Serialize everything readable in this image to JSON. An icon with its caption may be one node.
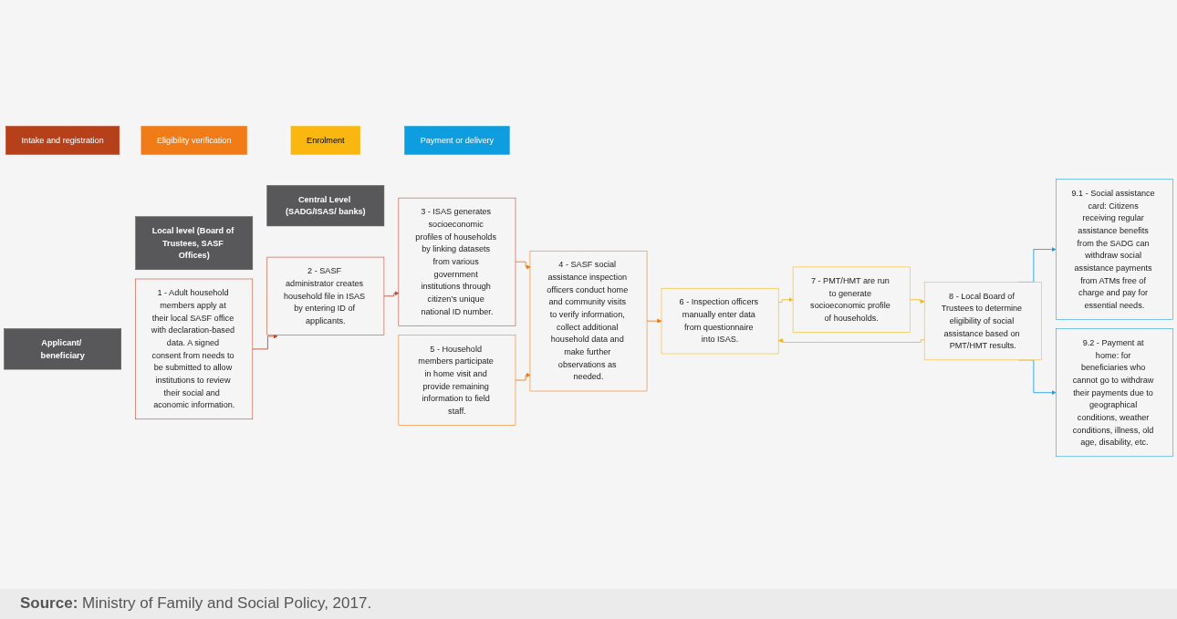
{
  "diagram": {
    "caption": "**Source:** Ministry of Family and Social Policy, 2017.",
    "nodes": [
      {
        "text": [
          "Intake and registration"
        ]
      },
      {
        "text": [
          "Eligibility verification"
        ]
      },
      {
        "text": [
          "Enrolment"
        ]
      },
      {
        "text": [
          "Payment or delivery"
        ]
      },
      {
        "text": [
          "Central Level (SADG/ISAS/ banks)"
        ]
      },
      {
        "text": [
          "3 - ISAS generates socioeconomic profiles of households by linking datasets from various government institutions through citizen’s unique national ID number."
        ]
      },
      {
        "text": [
          "7 - PMT/HMT are run to generate socioeconomic profile of households."
        ]
      },
      {
        "text": [
          "9.1 - Social assistance card: Citizens receiving regular assistance benefits from the SADG can withdraw social assistance payments from ATMs free of charge and pay for essential needs."
        ]
      },
      {
        "text": [
          "Local level (Board of Trustees, SASF Offices)"
        ]
      },
      {
        "text": [
          "2 - SASF administrator creates household file in ISAS by entering ID of applicants."
        ]
      },
      {
        "text": [
          "4 - SASF social assistance inspection officers conduct home and community visits to verify information, collect additional household data and make further observations as needed."
        ]
      },
      {
        "text": [
          "8 - Local Board of Trustees to determine eligibility of social assistance based on PMT/HMT results."
        ]
      },
      {
        "text": [
          "9.2 - Payment at home: for beneficiaries who cannot go to withdraw their payments due to geographical conditions, weather conditions, illness, old age, disability, etc."
        ]
      },
      {
        "text": [
          "6 - Inspection officers manually enter data from questionnaire into ISAS."
        ]
      },
      {
        "text": [
          "Applicant/ beneficiary"
        ]
      },
      {
        "text": [
          "1 - Adult household members apply at their local SASF office with declaration-based data. A signed consent from needs to be submitted to allow institutions to review their social and  aconomic information."
        ]
      },
      {
        "text": [
          "5 - Household members participate in home visit and provide remaining information to field staff."
        ]
      }
    ],
    "edges": [
      {
        "from": 15,
        "to": 9,
        "arrow": "to",
        "color": "#c0452a"
      },
      {
        "from": 9,
        "to": 5,
        "arrow": "to",
        "color": "#c0452a"
      },
      {
        "from": 5,
        "to": 10,
        "arrow": "to",
        "color": "#f07b17"
      },
      {
        "from": 16,
        "to": 10,
        "arrow": "to",
        "color": "#f07b17"
      },
      {
        "from": 10,
        "to": 13,
        "arrow": "to",
        "color": "#f07b17"
      },
      {
        "from": 13,
        "to": 6,
        "arrow": "to",
        "color": "#f9b70f"
      },
      {
        "from": 6,
        "to": 11,
        "arrow": "to",
        "color": "#f9b70f"
      },
      {
        "from": 11,
        "to": 13,
        "arrow": "to",
        "color": "#f9b70f"
      },
      {
        "from": 11,
        "to": 7,
        "arrow": "to",
        "color": "#1a9ee0"
      },
      {
        "from": 11,
        "to": 12,
        "arrow": "to",
        "color": "#1a9ee0"
      }
    ]
  }
}
